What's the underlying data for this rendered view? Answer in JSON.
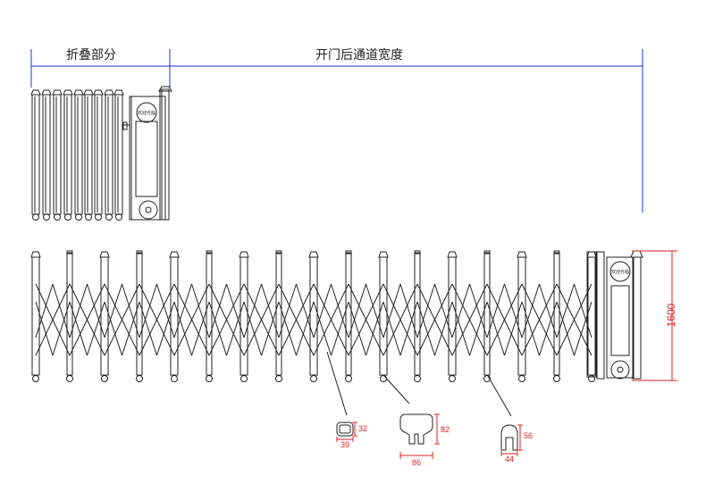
{
  "labels": {
    "folded_section": "折叠部分",
    "opening_width": "开门后通道宽度"
  },
  "sign_text": "欢迎光临",
  "dimensions": {
    "height": "1600",
    "profile_small": {
      "h": "32",
      "w": "39"
    },
    "profile_t": {
      "h": "82",
      "w": "86"
    },
    "profile_cap": {
      "h": "56",
      "w": "44"
    }
  },
  "colors": {
    "line": "#222222",
    "dimension_blue": "#2233cc",
    "dimension_red": "#dd2222"
  }
}
